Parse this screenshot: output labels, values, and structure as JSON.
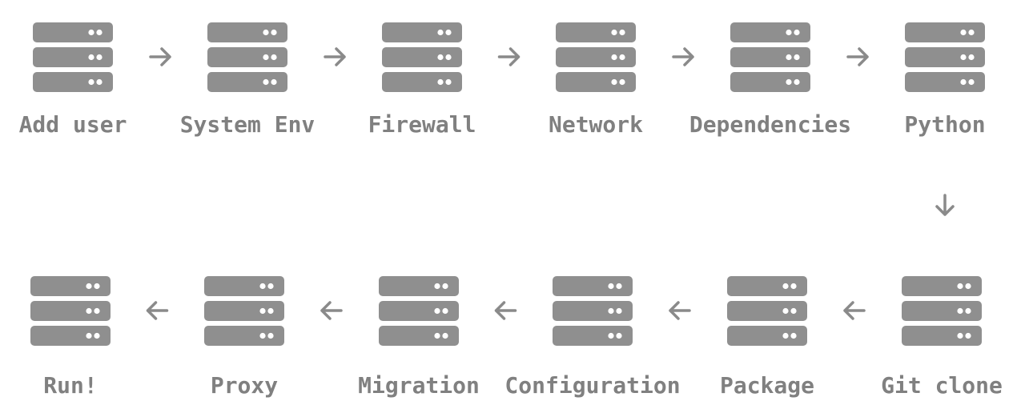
{
  "colors": {
    "icon": "#8f8f8f",
    "icon_dot": "#ffffff",
    "arrow": "#8a8a8a",
    "label": "#808080"
  },
  "steps": [
    {
      "label": "Add user",
      "icon": "server-icon"
    },
    {
      "label": "System Env",
      "icon": "server-icon"
    },
    {
      "label": "Firewall",
      "icon": "server-icon"
    },
    {
      "label": "Network",
      "icon": "server-icon"
    },
    {
      "label": "Dependencies",
      "icon": "server-icon"
    },
    {
      "label": "Python",
      "icon": "server-icon"
    },
    {
      "label": "Git clone",
      "icon": "server-icon"
    },
    {
      "label": "Package",
      "icon": "server-icon"
    },
    {
      "label": "Configuration",
      "icon": "server-icon"
    },
    {
      "label": "Migration",
      "icon": "server-icon"
    },
    {
      "label": "Proxy",
      "icon": "server-icon"
    },
    {
      "label": "Run!",
      "icon": "server-icon"
    }
  ],
  "arrows": [
    {
      "from": 0,
      "to": 1,
      "icon": "arrow-right-icon"
    },
    {
      "from": 1,
      "to": 2,
      "icon": "arrow-right-icon"
    },
    {
      "from": 2,
      "to": 3,
      "icon": "arrow-right-icon"
    },
    {
      "from": 3,
      "to": 4,
      "icon": "arrow-right-icon"
    },
    {
      "from": 4,
      "to": 5,
      "icon": "arrow-right-icon"
    },
    {
      "from": 5,
      "to": 6,
      "icon": "arrow-down-icon"
    },
    {
      "from": 6,
      "to": 7,
      "icon": "arrow-left-icon"
    },
    {
      "from": 7,
      "to": 8,
      "icon": "arrow-left-icon"
    },
    {
      "from": 8,
      "to": 9,
      "icon": "arrow-left-icon"
    },
    {
      "from": 9,
      "to": 10,
      "icon": "arrow-left-icon"
    },
    {
      "from": 10,
      "to": 11,
      "icon": "arrow-left-icon"
    }
  ]
}
